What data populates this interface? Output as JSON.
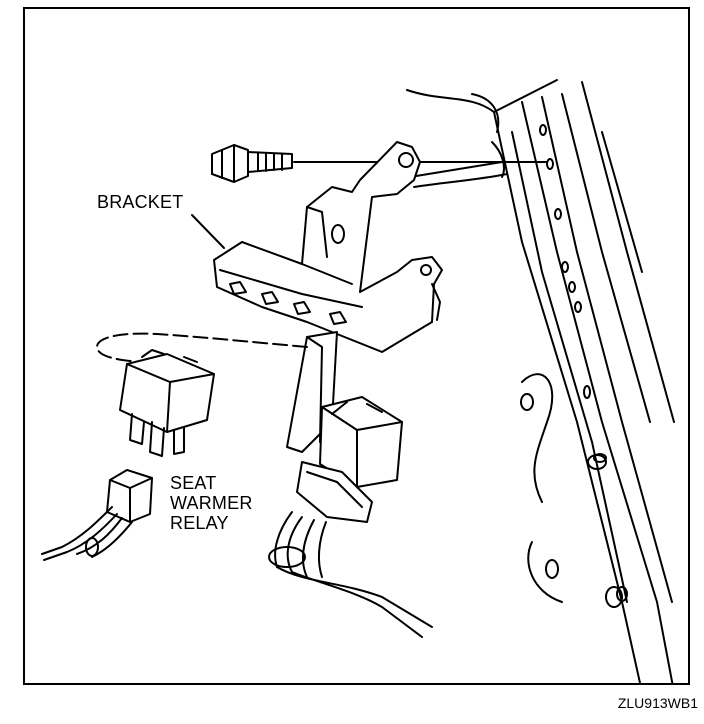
{
  "labels": {
    "bracket": "BRACKET",
    "relay_line1": "SEAT",
    "relay_line2": "WARMER",
    "relay_line3": "RELAY"
  },
  "figure_code": "ZLU913WB1",
  "colors": {
    "ink": "#000000",
    "paper": "#ffffff"
  }
}
